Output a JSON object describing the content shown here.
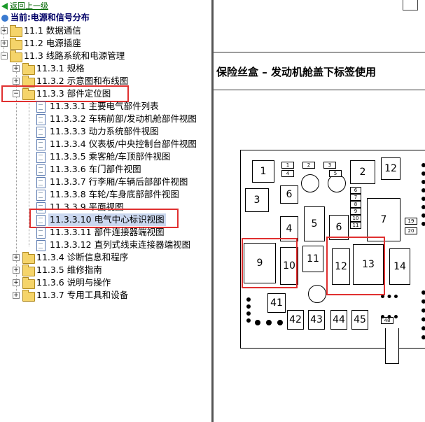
{
  "nav": {
    "back_label": "返回上一级",
    "current_label": "当前:电源和信号分布"
  },
  "tree": {
    "n1": "11.1 数据通信",
    "n2": "11.2 电源插座",
    "n3": "11.3 线路系统和电源管理",
    "n31": "11.3.1 规格",
    "n32": "11.3.2 示意图和布线图",
    "n33": "11.3.3 部件定位图",
    "n331": "11.3.3.1 主要电气部件列表",
    "n332": "11.3.3.2 车辆前部/发动机舱部件视图",
    "n333": "11.3.3.3 动力系统部件视图",
    "n334": "11.3.3.4 仪表板/中央控制台部件视图",
    "n335": "11.3.3.5 乘客舱/车顶部件视图",
    "n336": "11.3.3.6 车门部件视图",
    "n337": "11.3.3.7 行李厢/车辆后部部件视图",
    "n338": "11.3.3.8 车轮/车身底部部件视图",
    "n339": "11.3.3.9 平面视图",
    "n3310": "11.3.3.10 电气中心标识视图",
    "n3311": "11.3.3.11 部件连接器端视图",
    "n3312": "11.3.3.12 直列式线束连接器端视图",
    "n34": "11.3.4 诊断信息和程序",
    "n35": "11.3.5 维修指南",
    "n36": "11.3.6 说明与操作",
    "n37": "11.3.7 专用工具和设备"
  },
  "content": {
    "title": "保险丝盒 – 发动机舱盖下标签使用"
  },
  "fuse": {
    "f1": "1",
    "f2": "2",
    "f3": "3",
    "f4": "4",
    "f5": "5",
    "f6": "6",
    "f6b": "6",
    "f7": "7",
    "f9": "9",
    "f10": "10",
    "f11": "11",
    "f12a": "12",
    "f12b": "12",
    "f13": "13",
    "f14": "14",
    "f41": "41",
    "f42": "42",
    "f43": "43",
    "f44": "44",
    "f45": "45",
    "s1": "1",
    "s2": "2",
    "s3": "3",
    "s4": "4",
    "s5": "5",
    "s6": "6",
    "s7": "7",
    "s8": "8",
    "s9": "9",
    "s10": "10",
    "s11": "11",
    "s19": "19",
    "s20": "20",
    "s48": "48"
  },
  "colors": {
    "highlight_box": "#e03030",
    "selected_bg": "#cbd8f0",
    "back_link": "#006600"
  }
}
